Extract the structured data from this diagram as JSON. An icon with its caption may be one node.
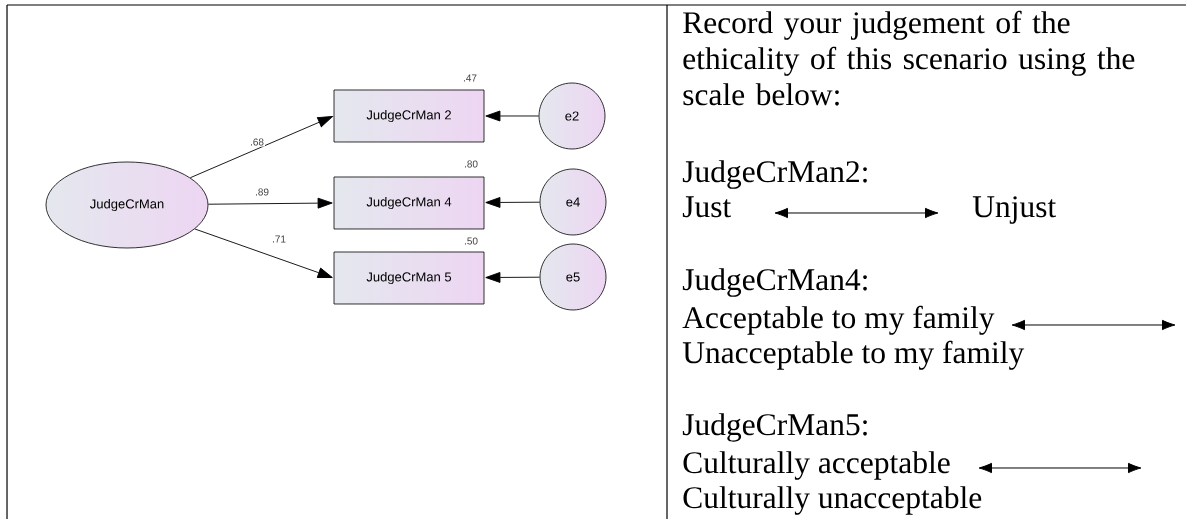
{
  "diagram": {
    "nodes": [
      {
        "text": [
          "JudgeCrMan"
        ]
      },
      {
        "text": [
          "JudgeCrMan 2"
        ],
        "beside": [
          ".47"
        ]
      },
      {
        "text": [
          "JudgeCrMan 4"
        ],
        "beside": [
          ".80"
        ]
      },
      {
        "text": [
          "JudgeCrMan 5"
        ],
        "beside": [
          ".50"
        ]
      },
      {
        "text": [
          "e2"
        ]
      },
      {
        "text": [
          "e4"
        ]
      },
      {
        "text": [
          "e5"
        ]
      }
    ],
    "edges": [
      {
        "from": 0,
        "to": 1,
        "arrow": "to",
        "label": ".68"
      },
      {
        "from": 0,
        "to": 2,
        "arrow": "to",
        "label": ".89"
      },
      {
        "from": 0,
        "to": 3,
        "arrow": "to",
        "label": ".71"
      },
      {
        "from": 4,
        "to": 1,
        "arrow": "to"
      },
      {
        "from": 5,
        "to": 2,
        "arrow": "to"
      },
      {
        "from": 6,
        "to": 3,
        "arrow": "to"
      }
    ],
    "labels": [
      "Record your judgement of the ethicality of this scenario using the scale below:",
      "JudgeCrMan2:",
      "Just",
      "Unjust",
      "JudgeCrMan4:",
      "Acceptable to my family",
      "Unacceptable to my family",
      "JudgeCrMan5:",
      "Culturally acceptable",
      "Culturally unacceptable"
    ]
  }
}
